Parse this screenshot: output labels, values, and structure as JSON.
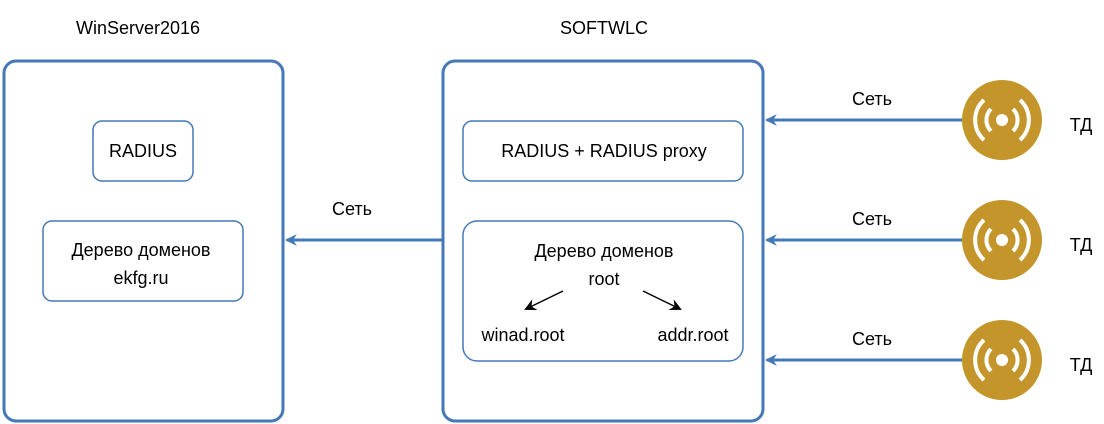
{
  "colors": {
    "stroke": "#4479b8",
    "access_point": "#c4952b"
  },
  "left_server": {
    "title": "WinServer2016",
    "radius_label": "RADIUS",
    "domain_tree_line1": "Дерево доменов",
    "domain_tree_line2": "ekfg.ru"
  },
  "center_server": {
    "title": "SOFTWLC",
    "radius_proxy_label": "RADIUS + RADIUS proxy",
    "domain_tree_line1": "Дерево доменов",
    "domain_tree_line2": "root",
    "child_left": "winad.root",
    "child_right": "addr.root"
  },
  "link_to_left": {
    "label": "Сеть"
  },
  "access_points": [
    {
      "label": "ТД",
      "link_label": "Сеть",
      "icon": "access-point-icon"
    },
    {
      "label": "ТД",
      "link_label": "Сеть",
      "icon": "access-point-icon"
    },
    {
      "label": "ТД",
      "link_label": "Сеть",
      "icon": "access-point-icon"
    }
  ]
}
